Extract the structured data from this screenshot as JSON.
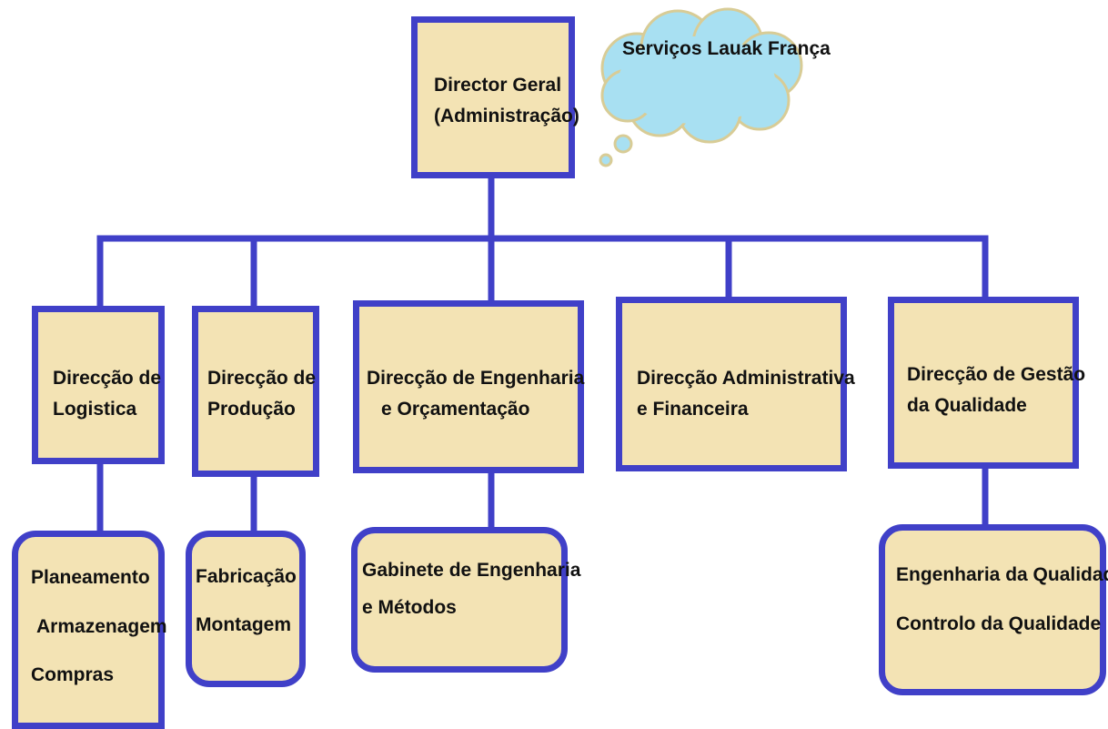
{
  "colors": {
    "connector": "#4040c8",
    "box_fill": "#f3e3b4",
    "cloud_fill": "#a8e0f2",
    "text": "#111111"
  },
  "nodes": {
    "director": {
      "lines": [
        "Director Geral",
        "(Administração)"
      ]
    },
    "external": {
      "lines": [
        "Serviços Lauak",
        "França"
      ]
    },
    "logistica": {
      "lines": [
        "Direcção de",
        "Logistica"
      ]
    },
    "producao": {
      "lines": [
        "Direcção de",
        "Produção"
      ]
    },
    "engenharia": {
      "lines": [
        "Direcção de Engenharia",
        "e Orçamentação"
      ]
    },
    "administrativa": {
      "lines": [
        "Direcção Administrativa",
        "e Financeira"
      ]
    },
    "qualidade": {
      "lines": [
        "Direcção de Gestão",
        "da Qualidade"
      ]
    }
  },
  "subunits": {
    "logistica": [
      "Planeamento",
      "Armazenagem",
      "Compras"
    ],
    "producao": [
      "Fabricação",
      "Montagem"
    ],
    "engenharia": [
      "Gabinete de Engenharia",
      "e Métodos"
    ],
    "qualidade": [
      "Engenharia da Qualidade",
      "Controlo da Qualidade"
    ]
  }
}
